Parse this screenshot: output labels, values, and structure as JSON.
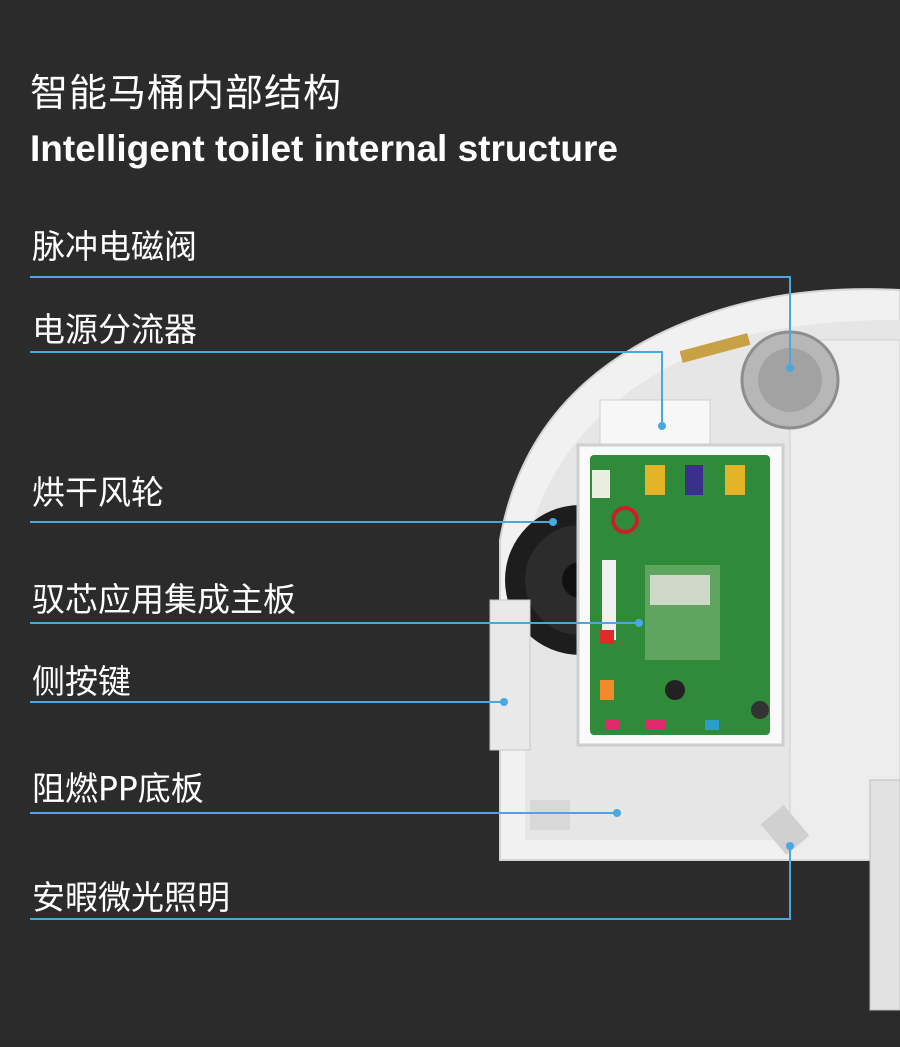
{
  "title_cn": "智能马桶内部结构",
  "title_en": "Intelligent toilet internal structure",
  "labels": [
    "脉冲电磁阀",
    "电源分流器",
    "烘干风轮",
    "驭芯应用集成主板",
    "侧按键",
    "阻燃PP底板",
    "安暇微光照明"
  ],
  "colors": {
    "background": "#2b2b2b",
    "accent": "#4aa8e0",
    "text": "#ffffff"
  }
}
